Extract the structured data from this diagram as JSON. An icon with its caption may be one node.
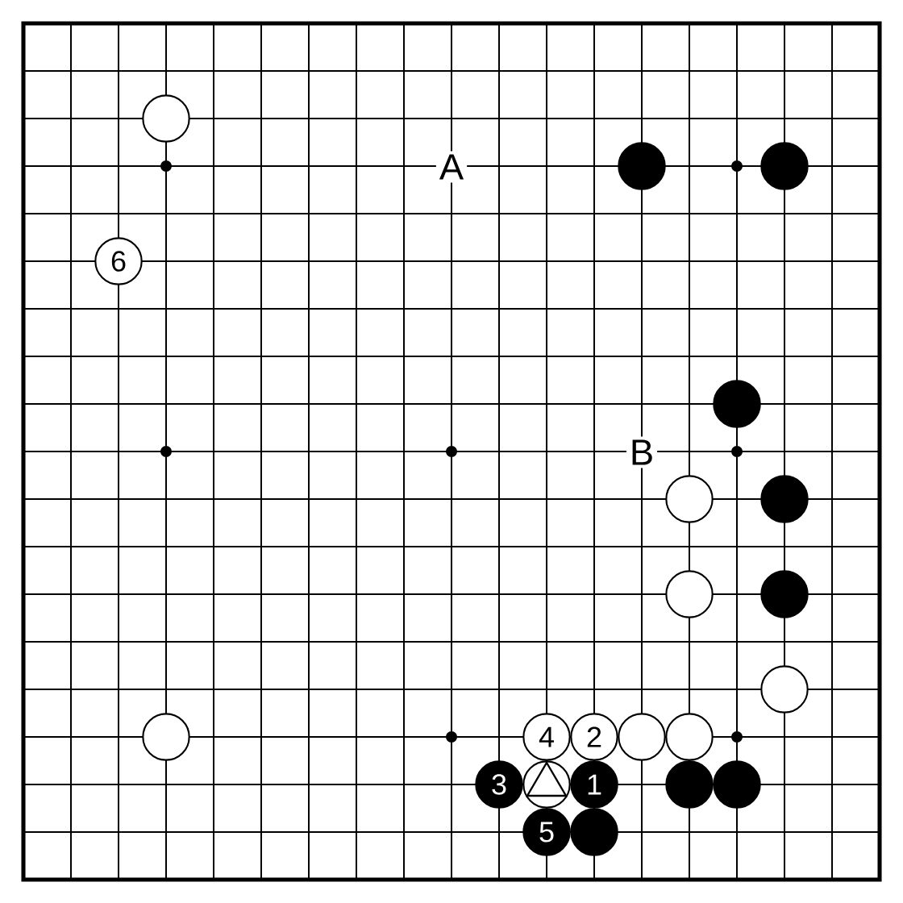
{
  "diagram": {
    "nodes": [
      {
        "text": [],
        "shape": "circle"
      },
      {
        "text": [],
        "shape": "circle"
      },
      {
        "text": [],
        "shape": "circle"
      },
      {
        "text": [
          "6"
        ]
      },
      {
        "text": [],
        "shape": "circle"
      },
      {
        "text": [],
        "shape": "circle"
      },
      {
        "text": [],
        "shape": "circle"
      },
      {
        "text": [],
        "shape": "circle"
      },
      {
        "text": [],
        "shape": "circle"
      },
      {
        "text": [],
        "shape": "circle"
      },
      {
        "text": [],
        "shape": "circle"
      },
      {
        "text": [
          "4"
        ]
      },
      {
        "text": [
          "2"
        ]
      },
      {
        "text": [],
        "shape": "circle"
      },
      {
        "text": [],
        "shape": "circle"
      },
      {
        "text": [
          "3"
        ]
      },
      {
        "text": [],
        "shape": "circle"
      },
      {
        "text": [
          "1"
        ]
      },
      {
        "text": [],
        "shape": "circle"
      },
      {
        "text": [],
        "shape": "circle"
      },
      {
        "text": [
          "5"
        ]
      },
      {
        "text": [],
        "shape": "circle"
      }
    ],
    "labels": [
      "A",
      "B"
    ]
  }
}
